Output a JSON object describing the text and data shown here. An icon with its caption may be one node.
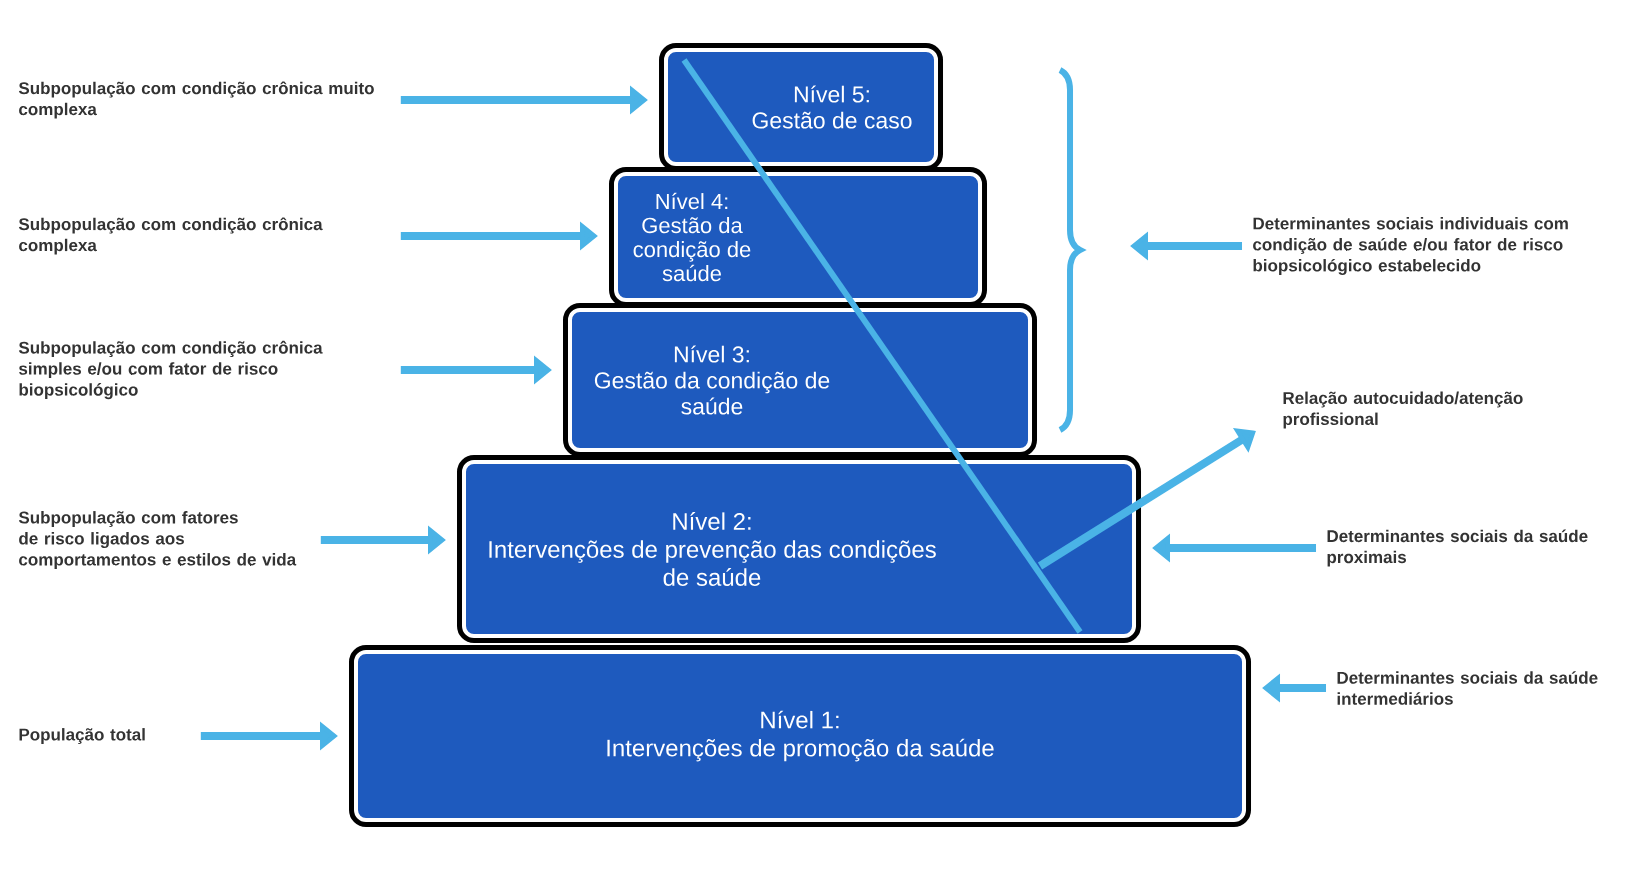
{
  "diagram": {
    "nodes": [
      {
        "text": [
          "Nível 5:",
          "Gestão de caso"
        ]
      },
      {
        "text": [
          "Nível 4:",
          "Gestão da condição de saúde"
        ]
      },
      {
        "text": [
          "Nível 3:",
          "Gestão da condição de saúde"
        ]
      },
      {
        "text": [
          "Nível 2:",
          "Intervenções de prevenção das condições de saúde"
        ]
      },
      {
        "text": [
          "Nível 1:",
          "Intervenções de promoção da saúde"
        ]
      },
      {
        "text": [
          "Subpopulação com condição crônica muito complexa"
        ]
      },
      {
        "text": [
          "Subpopulação com condição crônica complexa"
        ]
      },
      {
        "text": [
          "Subpopulação com condição crônica simples e/ou com fator de risco biopsicológico"
        ]
      },
      {
        "text": [
          "Subpopulação com fatores de risco ligados aos comportamentos e estilos de vida"
        ]
      },
      {
        "text": [
          "População total"
        ]
      },
      {
        "text": [
          "Determinantes sociais individuais com condição de saúde e/ou fator de risco biopsicológico estabelecido"
        ]
      },
      {
        "text": [
          "Relação autocuidado/atenção profissional"
        ]
      },
      {
        "text": [
          "Determinantes sociais da saúde proximais"
        ]
      },
      {
        "text": [
          "Determinantes sociais da saúde intermediários"
        ]
      }
    ],
    "edges": [
      {
        "from": 5,
        "to": 0,
        "arrow": "to"
      },
      {
        "from": 6,
        "to": 1,
        "arrow": "to"
      },
      {
        "from": 7,
        "to": 2,
        "arrow": "to"
      },
      {
        "from": 8,
        "to": 3,
        "arrow": "to"
      },
      {
        "from": 9,
        "to": 4,
        "arrow": "to"
      },
      {
        "from": 10,
        "to": null,
        "arrow": "to"
      },
      {
        "from": 3,
        "to": 11,
        "arrow": "to"
      },
      {
        "from": 12,
        "to": 3,
        "arrow": "to"
      },
      {
        "from": 13,
        "to": 4,
        "arrow": "to"
      }
    ]
  }
}
